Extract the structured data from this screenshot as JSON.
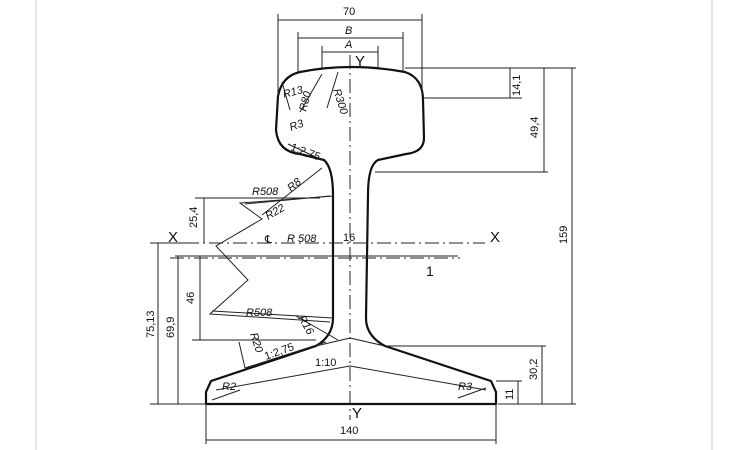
{
  "drawing": {
    "dimensions": {
      "head_width": "70",
      "b": "B",
      "a": "A",
      "head_top": "14,1",
      "head_height": "49,4",
      "total_height": "159",
      "web_upper": "25,4",
      "web_lower": "46",
      "na_to_base": "75,13",
      "base_height": "69,9",
      "foot_height": "30,2",
      "foot_edge": "11",
      "base_width": "140",
      "web_thickness": "16"
    },
    "radii": {
      "r13": "R13",
      "r80": "R80",
      "r300": "R300",
      "r3_head": "R3",
      "r508_top": "R508",
      "r8": "R8",
      "r22": "R22",
      "r508_center": "R 508",
      "r508_bottom": "R508",
      "r16": "R16",
      "r20": "R20",
      "r2": "R2",
      "r3_foot": "R3"
    },
    "slopes": {
      "head_slope": "1:2,75",
      "foot_slope": "1:2,75",
      "flange_slope": "1:10"
    },
    "axes": {
      "x_left": "X",
      "x_right": "X",
      "y_top": "Y",
      "y_bottom": "Y",
      "centerline": "℄"
    },
    "part_number": "1"
  }
}
